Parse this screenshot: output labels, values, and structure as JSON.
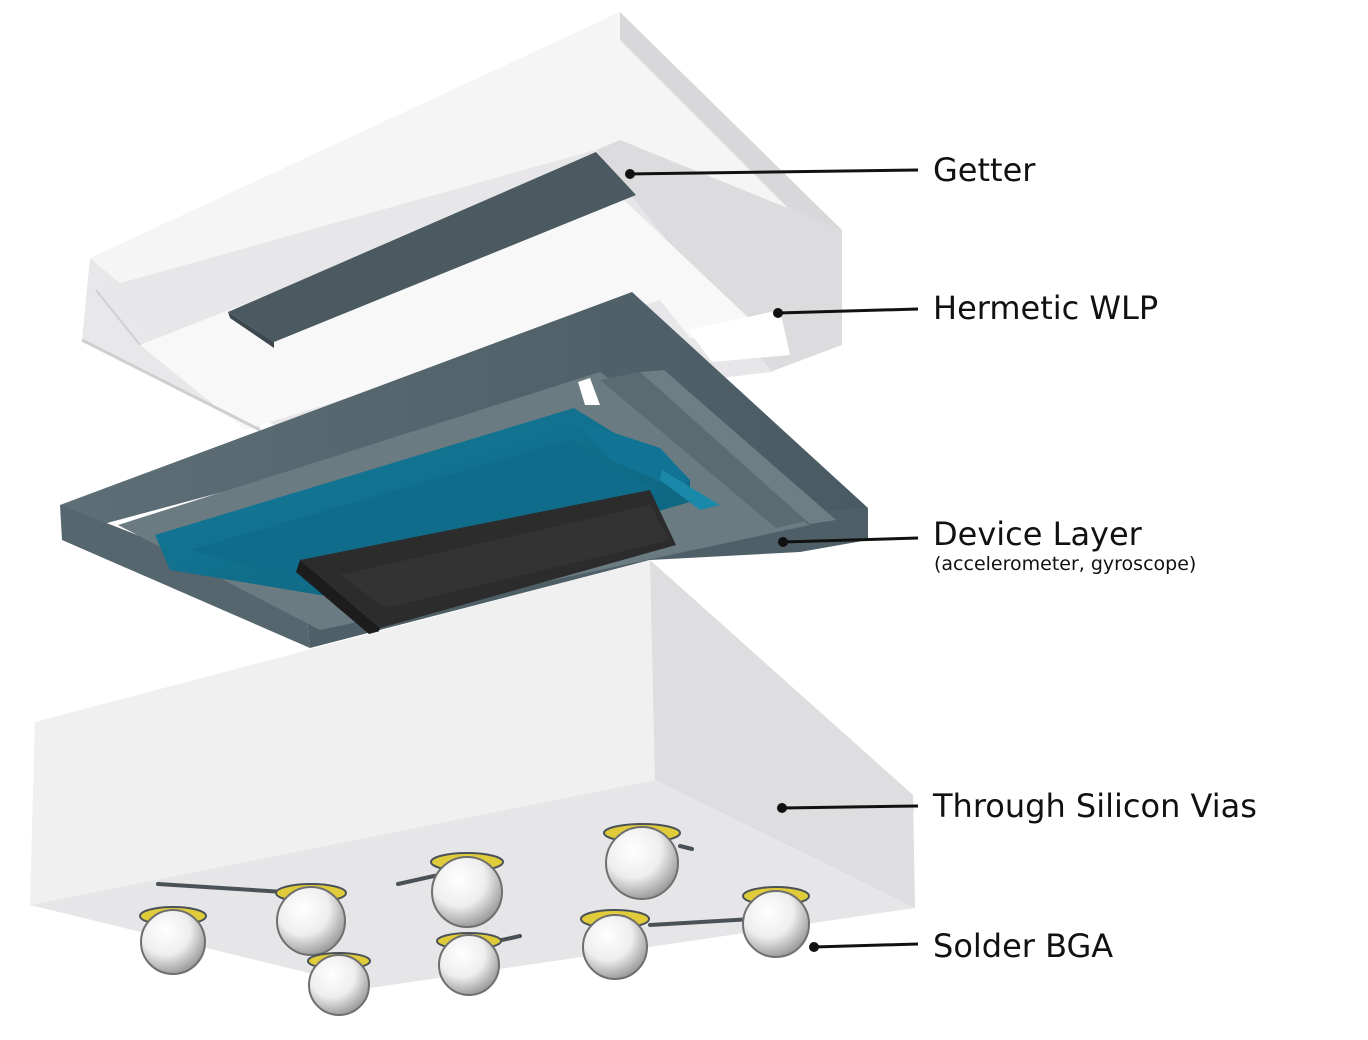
{
  "diagram": {
    "labels": {
      "getter": "Getter",
      "hermetic_wlp": "Hermetic WLP",
      "device_layer": "Device Layer",
      "device_layer_sub": "(accelerometer, gyroscope)",
      "through_silicon_vias": "Through Silicon Vias",
      "solder_bga": "Solder BGA"
    },
    "colors": {
      "silicon_cap": "#e6e6e8",
      "getter": "#4b5a60",
      "device_frame": "#54646c",
      "mems_structure": "#0f6b86",
      "proof_mass": "#2a2a2a",
      "tsv_substrate": "#e4e4e6",
      "solder_pad": "#e0cc3a",
      "solder_ball": "#f4f4f4"
    }
  }
}
